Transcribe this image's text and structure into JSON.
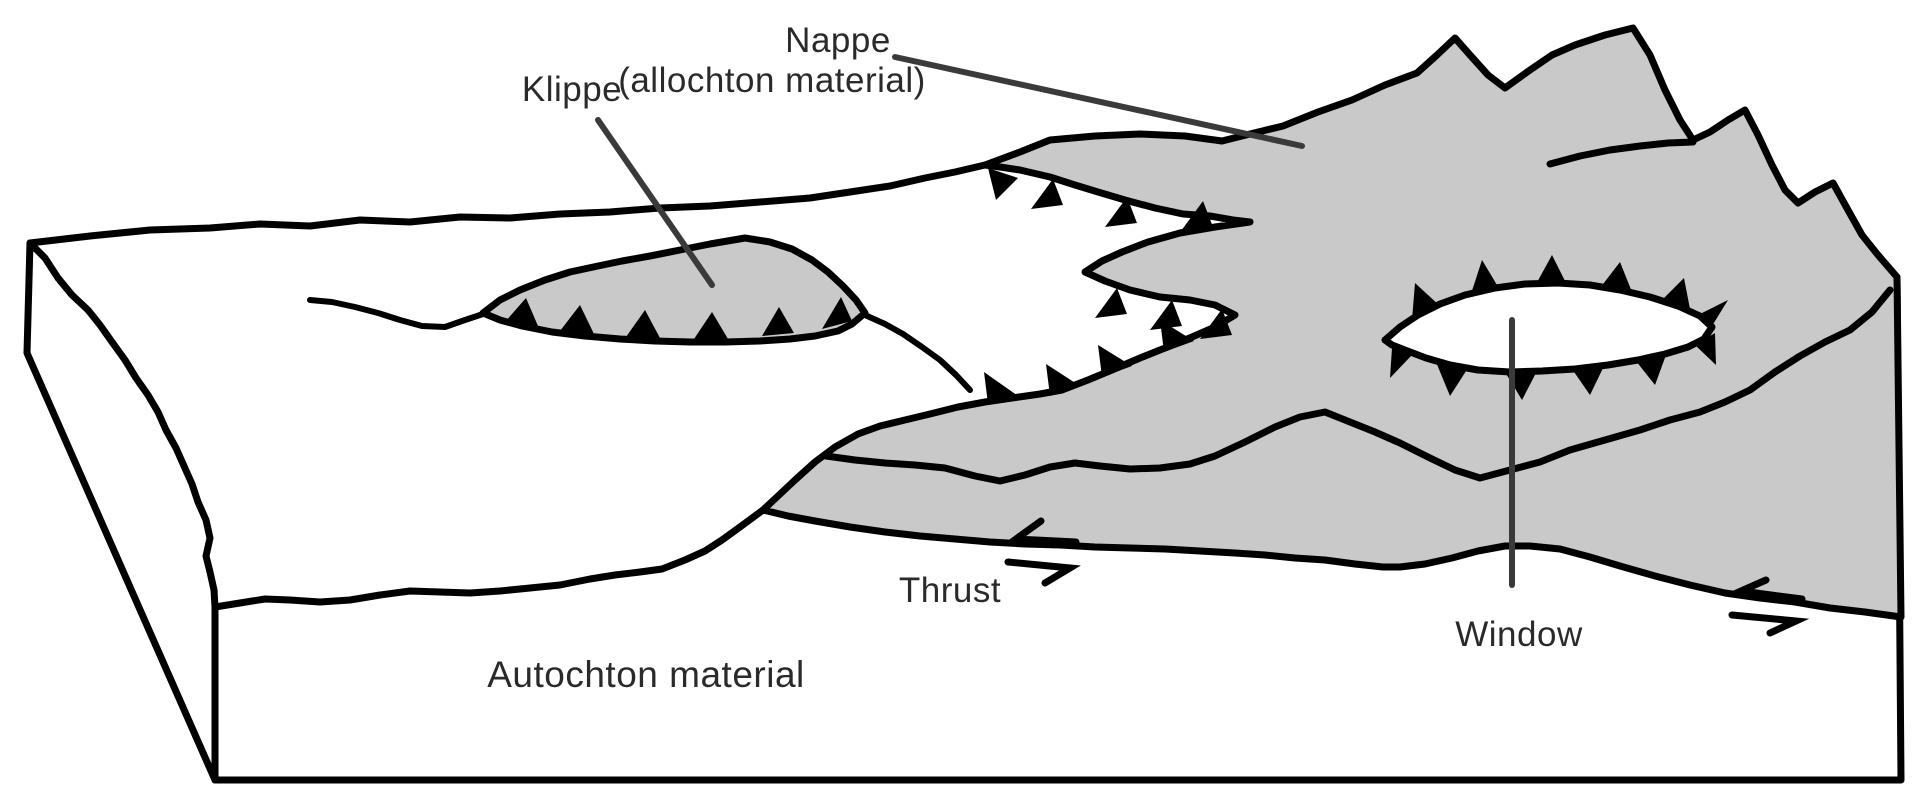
{
  "diagram": {
    "kind": "geological block diagram of nappe tectonics",
    "labels": {
      "klippe": "Klippe",
      "nappe_line1": "Nappe",
      "nappe_line2": "(allochton material)",
      "thrust": "Thrust",
      "window": "Window",
      "autochton": "Autochton material"
    },
    "colors": {
      "background": "#ffffff",
      "nappe_fill": "#c9c9c9",
      "autochton_fill": "#ffffff",
      "outline": "#000000",
      "teeth": "#000000",
      "leader_line": "#3a3a3a",
      "label_text": "#2a2a2a"
    },
    "symbols": {
      "teeth": "thrust-fault-teeth (triangles point into upper plate)",
      "shear_arrows": "relative-displacement-half-arrows",
      "leader_lines": "label-pointer-lines"
    }
  }
}
